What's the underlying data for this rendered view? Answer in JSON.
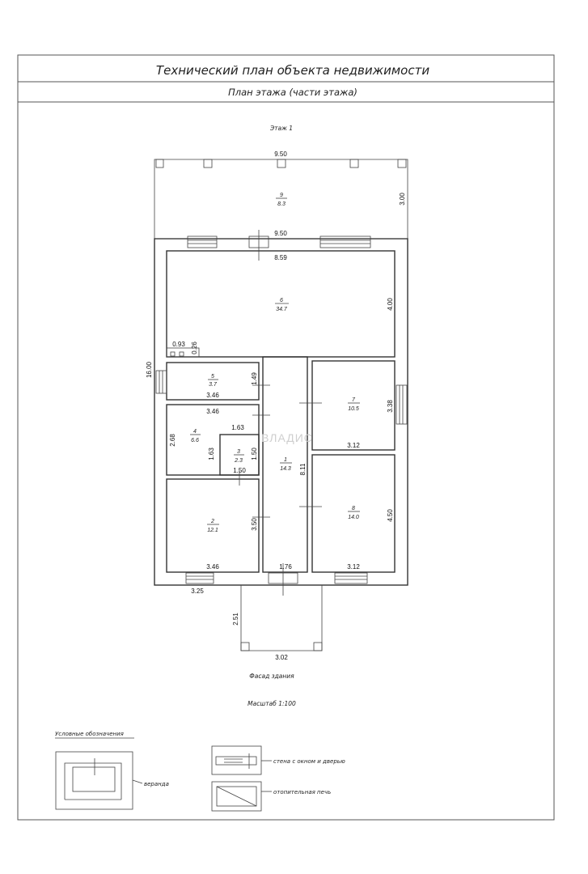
{
  "header": {
    "title": "Технический план объекта недвижимости",
    "subtitle": "План этажа (части этажа)"
  },
  "floor_label": "Этаж 1",
  "dimensions": {
    "top_width": "9.50",
    "veranda_depth": "3.00",
    "house_width_outer": "9.50",
    "room6_width": "8.59",
    "room6_depth": "4.00",
    "small_w": "0.93",
    "small_h": "0.26",
    "total_length": "16.00",
    "room5_h": "1.49",
    "room5_w": "3.46",
    "room4_w": "3.46",
    "room3_w_top": "1.63",
    "room4_h": "2.68",
    "room3_h_left": "1.63",
    "room3_h": "1.50",
    "room3_w": "1.50",
    "corridor_len": "8.11",
    "room7_h": "3.38",
    "room7_w": "3.12",
    "room2_h": "3.50",
    "room2_w": "3.46",
    "corridor_w": "1.76",
    "room8_w": "3.12",
    "room8_h": "4.50",
    "bottom_left": "3.25",
    "porch_depth": "2.51",
    "porch_width": "3.02"
  },
  "rooms": [
    {
      "id": "r9",
      "num": "9",
      "area": "8.3"
    },
    {
      "id": "r6",
      "num": "6",
      "area": "34.7"
    },
    {
      "id": "r5",
      "num": "5",
      "area": "3.7"
    },
    {
      "id": "r4",
      "num": "4",
      "area": "6.6"
    },
    {
      "id": "r3",
      "num": "3",
      "area": "2.3"
    },
    {
      "id": "r2",
      "num": "2",
      "area": "12.1"
    },
    {
      "id": "r1",
      "num": "1",
      "area": "14.3"
    },
    {
      "id": "r7",
      "num": "7",
      "area": "10.5"
    },
    {
      "id": "r8",
      "num": "8",
      "area": "14.0"
    }
  ],
  "facade_label": "Фасад здания",
  "scale_label": "Масштаб 1:100",
  "legend": {
    "title": "Условные обозначения",
    "veranda": "веранда",
    "wall_window_door": "стена с окном и дверью",
    "stove": "отопительная печь"
  },
  "watermark": "ВЛАДИС"
}
